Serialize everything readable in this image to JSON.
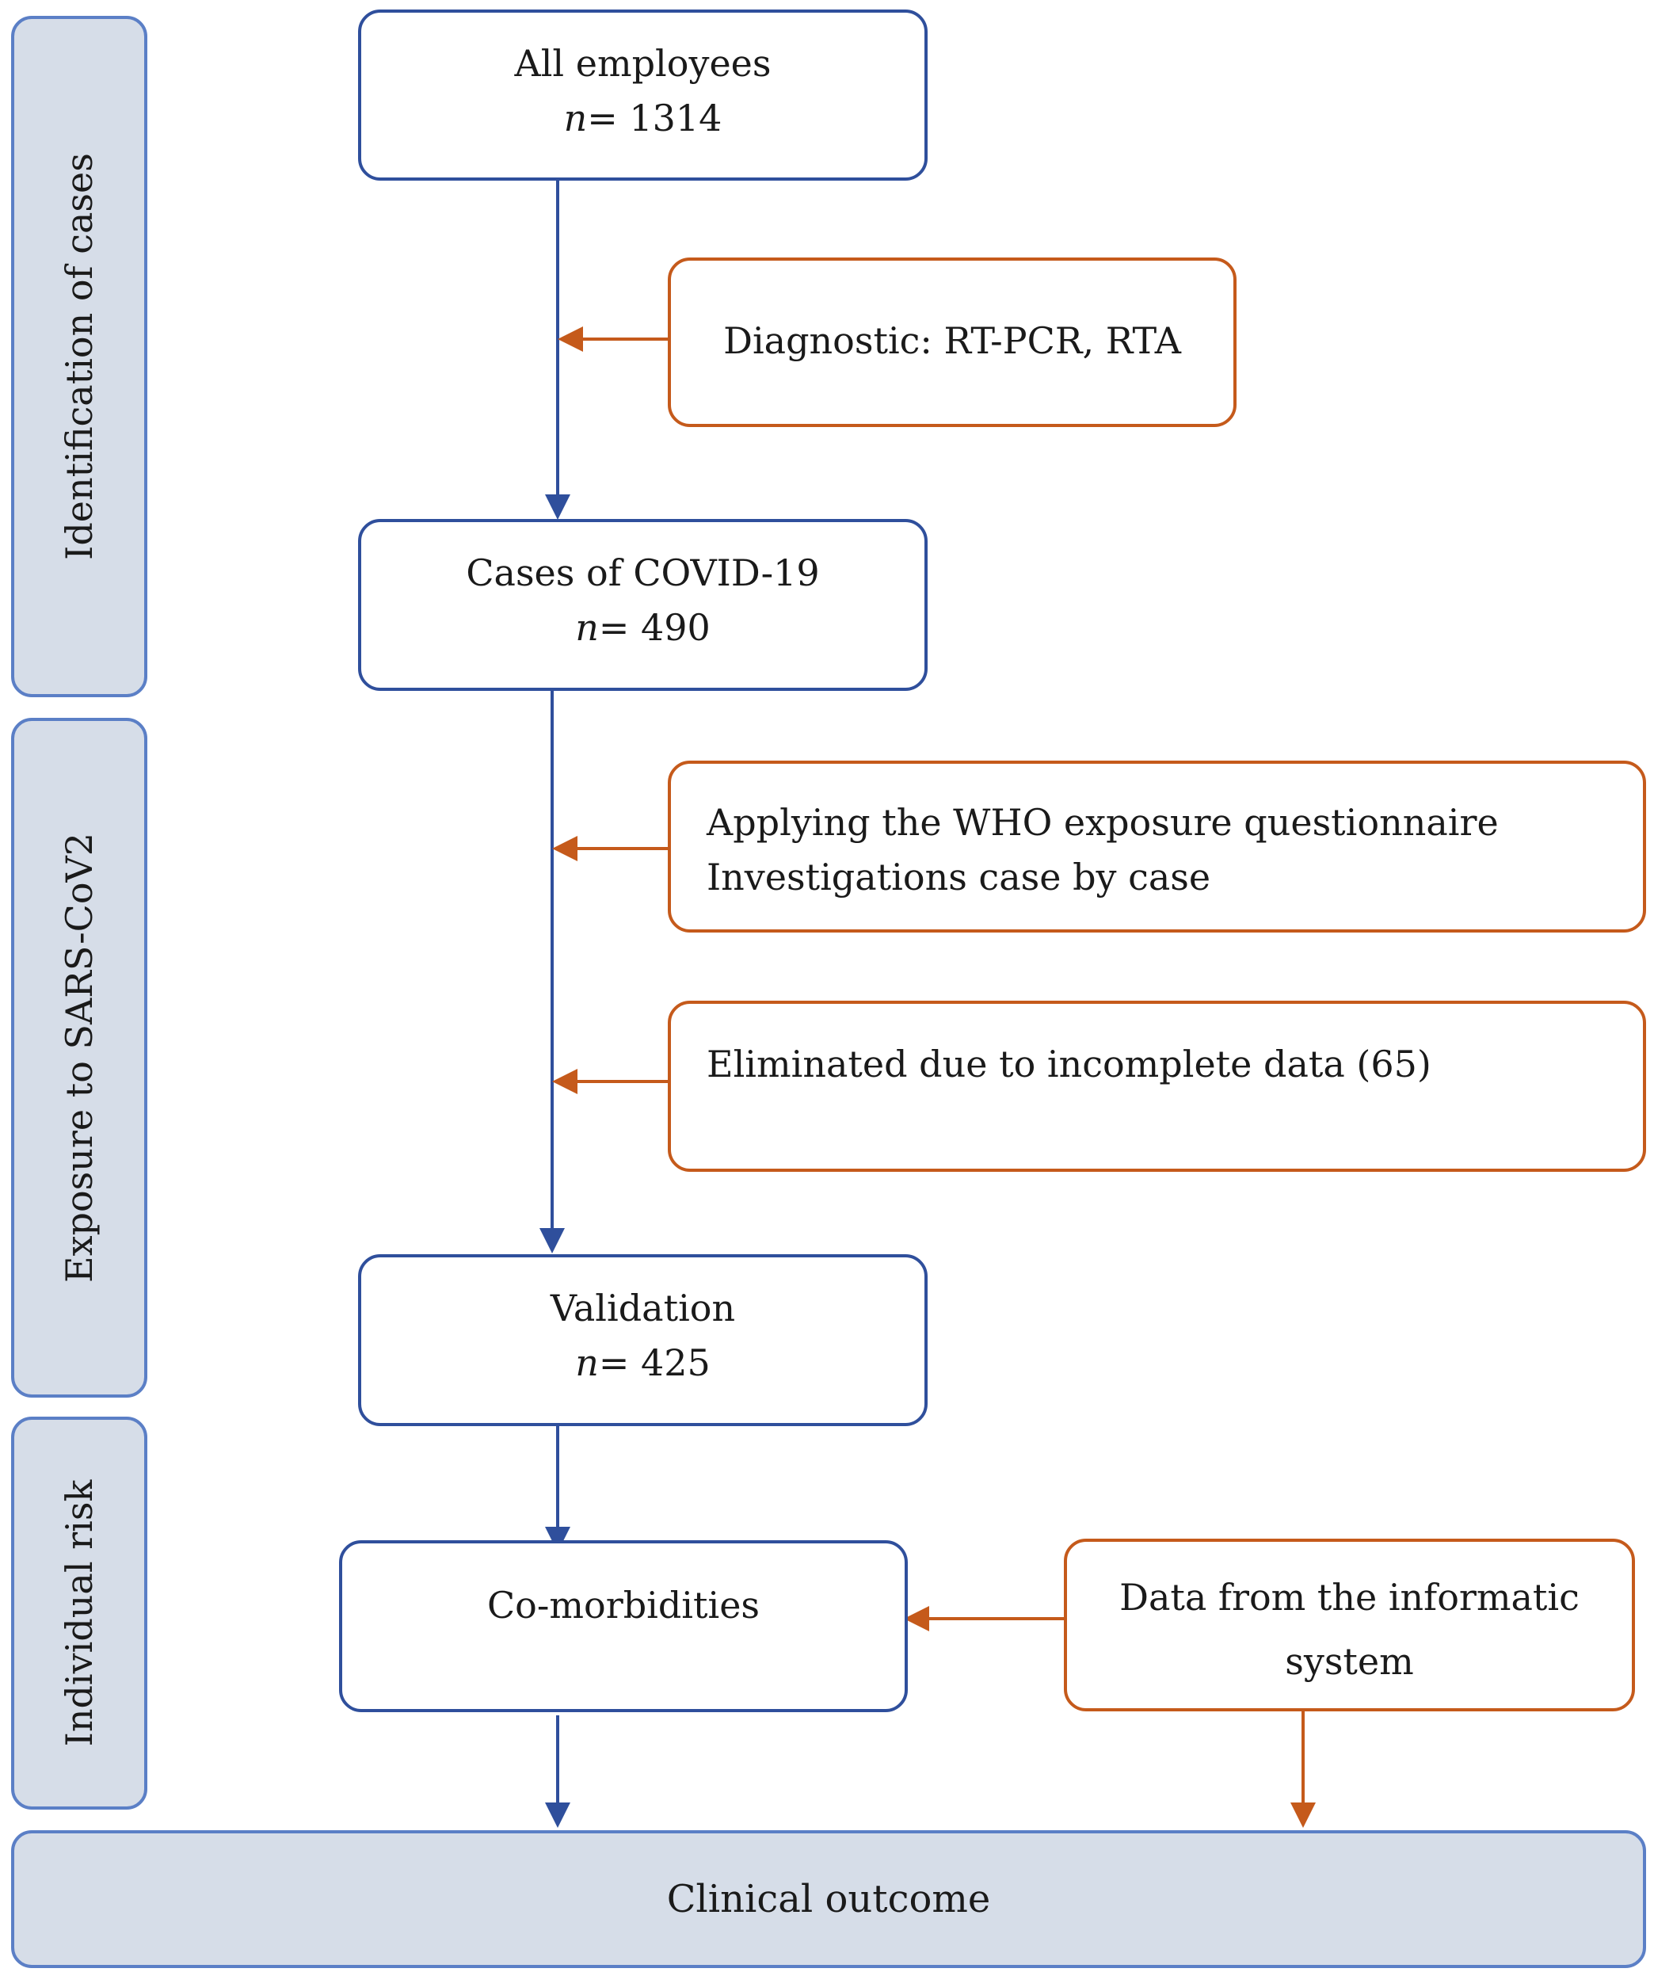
{
  "phases": [
    {
      "label": "Identification of cases"
    },
    {
      "label": "Exposure to SARS-CoV2"
    },
    {
      "label": "Individual risk"
    }
  ],
  "boxes": {
    "all_employees": {
      "title": "All employees",
      "n_label": "n",
      "n_value": "= 1314"
    },
    "cases_covid": {
      "title": "Cases of COVID-19",
      "n_label": "n",
      "n_value": "= 490"
    },
    "validation": {
      "title": "Validation",
      "n_label": "n",
      "n_value": "= 425"
    },
    "comorbidities": {
      "title": "Co-morbidities"
    }
  },
  "side_boxes": {
    "diagnostic": {
      "text": "Diagnostic: RT-PCR, RTA"
    },
    "who_questionnaire": {
      "line1": "Applying the WHO exposure questionnaire",
      "line2": "Investigations case by case"
    },
    "eliminated": {
      "text": "Eliminated due to incomplete data (65)"
    },
    "informatic": {
      "line1": "Data from the informatic",
      "line2": "system"
    }
  },
  "outcome": {
    "label": "Clinical outcome"
  },
  "colors": {
    "main_box_border": "#2f4f9c",
    "side_box_border": "#c55a1b",
    "phase_fill": "#d6dde8",
    "phase_border": "#5b7fc6",
    "main_arrow": "#2f4f9c",
    "side_arrow": "#c55a1b"
  }
}
